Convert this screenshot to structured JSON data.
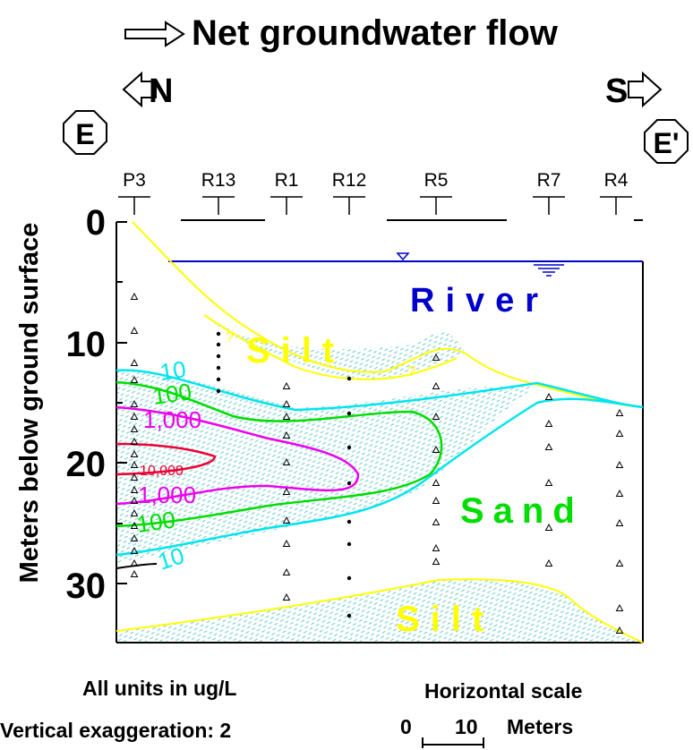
{
  "title": "Net groundwater flow",
  "directions": {
    "north": "N",
    "south": "S"
  },
  "section_labels": {
    "start": "E",
    "end": "E'"
  },
  "y_axis": {
    "label": "Meters below ground surface",
    "ticks": [
      "0",
      "10",
      "20",
      "30"
    ]
  },
  "wells": [
    "P3",
    "R13",
    "R1",
    "R12",
    "R5",
    "R7",
    "R4"
  ],
  "units": {
    "river": "River",
    "silt_upper": "Silt",
    "sand": "Sand",
    "silt_lower": "Silt"
  },
  "contour_labels": {
    "upper_10": "10",
    "upper_100": "100",
    "upper_1000": "1,000",
    "core_10000": "10,000",
    "lower_1000": "1,000",
    "lower_100": "100",
    "lower_10": "10"
  },
  "query_marks": [
    "?",
    "?"
  ],
  "notes": {
    "units": "All units in ug/L",
    "vertical_exaggeration": "Vertical exaggeration: 2",
    "horizontal_scale": "Horizontal scale",
    "scale_values": [
      "0",
      "10"
    ],
    "scale_unit": "Meters"
  },
  "colors": {
    "river": "#0000cc",
    "silt": "#ffff00",
    "sand": "#00ee00",
    "contour_10": "#00e5ee",
    "contour_100": "#00dd00",
    "contour_1000": "#ee00ee",
    "contour_10000": "#ee0033",
    "hatch": "#66cccc"
  }
}
